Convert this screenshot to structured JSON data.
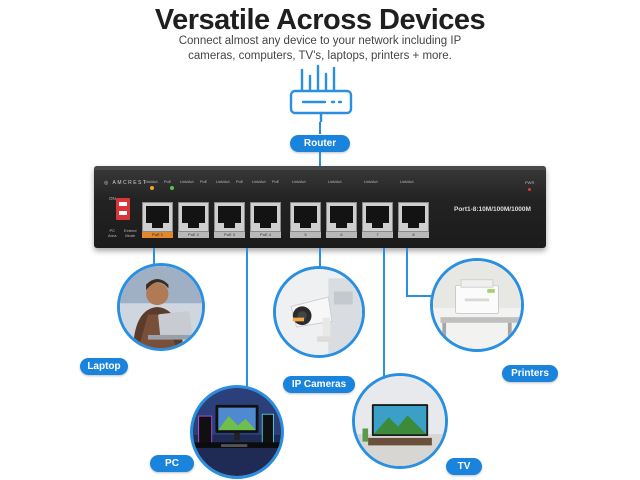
{
  "header": {
    "title": "Versatile Across Devices",
    "subtitle_line1": "Connect almost any device to your network including IP",
    "subtitle_line2": "cameras, computers, TV's,  laptops, printers + more."
  },
  "labels": {
    "router": "Router",
    "laptop": "Laptop",
    "ip_cameras": "IP Cameras",
    "printers": "Printers",
    "pc": "PC",
    "tv": "TV"
  },
  "switch": {
    "brand": "AMCREST",
    "on_label": "ON",
    "mode_label_left_1": "PC",
    "mode_label_left_2": "Area",
    "mode_label_right_1": "Extend",
    "mode_label_right_2": "Mode",
    "speed_label": "Port1-8:10M/100M/1000M",
    "power_label": "PWR",
    "port_top_labels": [
      "Link/Act",
      "PoE",
      "Link/Act",
      "PoE",
      "Link/Act",
      "PoE",
      "Link/Act",
      "PoE",
      "Link/Act",
      "Link/Act",
      "Link/Act",
      "Link/Act"
    ],
    "ports": [
      "PoE 1",
      "PoE 2",
      "PoE 3",
      "PoE 4",
      "5",
      "6",
      "7",
      "8"
    ]
  },
  "colors": {
    "accent_blue": "#1a83dc",
    "line_blue": "#2a8fe0",
    "poe1_orange": "#e2872d",
    "led_orange": "#f0a52a",
    "led_green": "#58c24a",
    "pwr_red": "#e03a2e"
  }
}
